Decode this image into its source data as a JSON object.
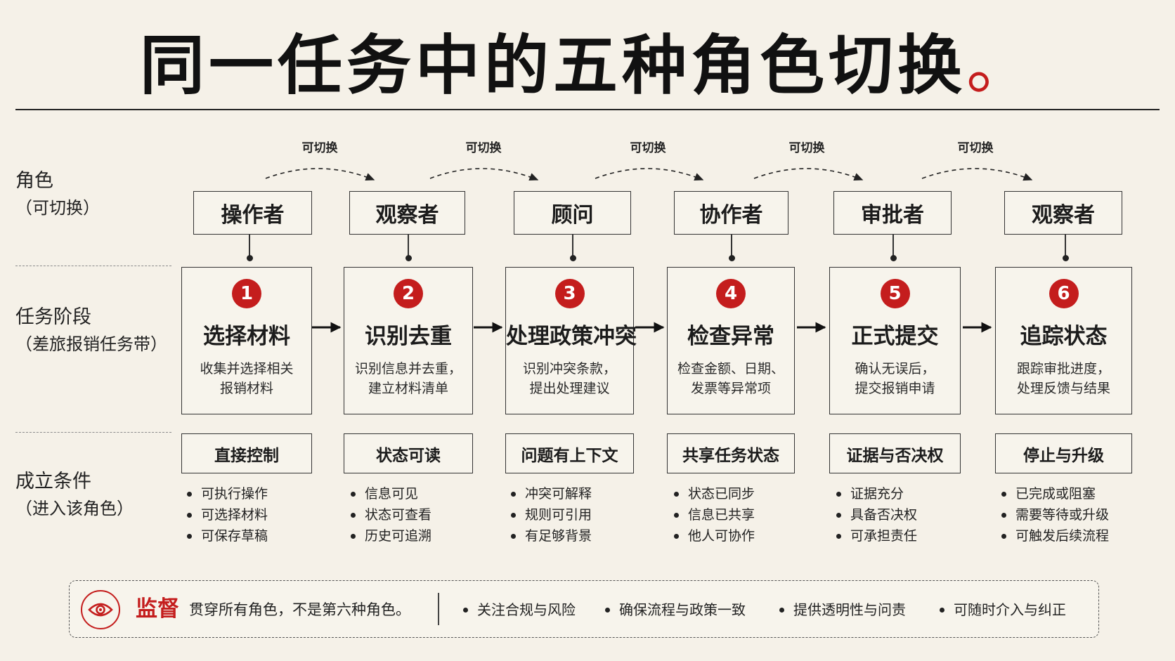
{
  "title": "同一任务中的五种角色切换",
  "title_mark": "。",
  "row_labels": {
    "roles": {
      "main": "角色",
      "sub": "（可切换）"
    },
    "stages": {
      "main": "任务阶段",
      "sub": "（差旅报销任务带）"
    },
    "conditions": {
      "main": "成立条件",
      "sub": "（进入该角色）"
    }
  },
  "switch_label": "可切换",
  "roles": [
    "操作者",
    "观察者",
    "顾问",
    "协作者",
    "审批者",
    "观察者"
  ],
  "stages": [
    {
      "number": "1",
      "title": "选择材料",
      "desc": [
        "收集并选择相关",
        "报销材料"
      ]
    },
    {
      "number": "2",
      "title": "识别去重",
      "desc": [
        "识别信息并去重，",
        "建立材料清单"
      ]
    },
    {
      "number": "3",
      "title": "处理政策冲突",
      "desc": [
        "识别冲突条款，",
        "提出处理建议"
      ]
    },
    {
      "number": "4",
      "title": "检查异常",
      "desc": [
        "检查金额、日期、",
        "发票等异常项"
      ]
    },
    {
      "number": "5",
      "title": "正式提交",
      "desc": [
        "确认无误后，",
        "提交报销申请"
      ]
    },
    {
      "number": "6",
      "title": "追踪状态",
      "desc": [
        "跟踪审批进度，",
        "处理反馈与结果"
      ]
    }
  ],
  "conditions": [
    {
      "title": "直接控制",
      "items": [
        "可执行操作",
        "可选择材料",
        "可保存草稿"
      ]
    },
    {
      "title": "状态可读",
      "items": [
        "信息可见",
        "状态可查看",
        "历史可追溯"
      ]
    },
    {
      "title": "问题有上下文",
      "items": [
        "冲突可解释",
        "规则可引用",
        "有足够背景"
      ]
    },
    {
      "title": "共享任务状态",
      "items": [
        "状态已同步",
        "信息已共享",
        "他人可协作"
      ]
    },
    {
      "title": "证据与否决权",
      "items": [
        "证据充分",
        "具备否决权",
        "可承担责任"
      ]
    },
    {
      "title": "停止与升级",
      "items": [
        "已完成或阻塞",
        "需要等待或升级",
        "可触发后续流程"
      ]
    }
  ],
  "footer": {
    "icon": "eye-icon",
    "keyword": "监督",
    "text": "贯穿所有角色，不是第六种角色。",
    "items": [
      "关注合规与风险",
      "确保流程与政策一致",
      "提供透明性与问责",
      "可随时介入与纠正"
    ]
  },
  "colors": {
    "accent": "#c41d1d",
    "background": "#f5f1e8",
    "ink": "#1c1c1c"
  }
}
